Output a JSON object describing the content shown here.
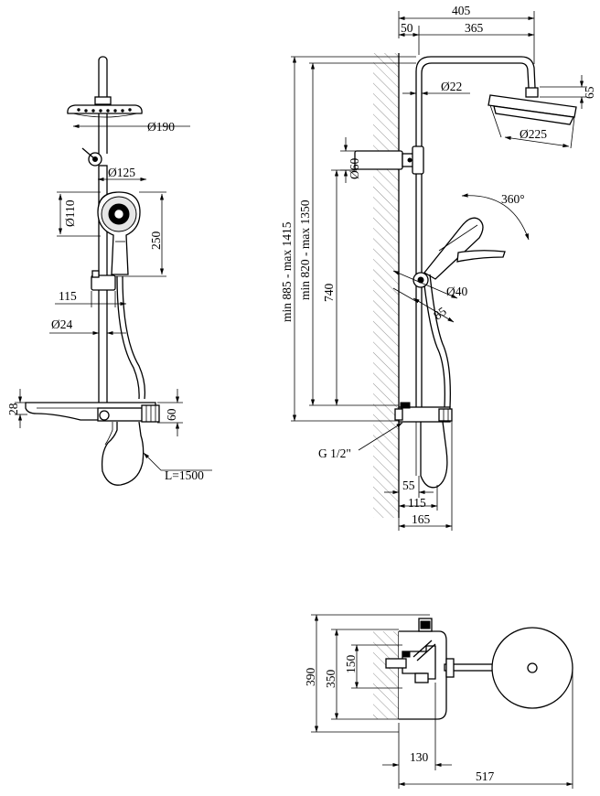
{
  "front_view": {
    "head_diameter": "Ø190",
    "hand_shower_diameter": "Ø125",
    "hand_shower_face_diameter": "Ø110",
    "holder_travel": "250",
    "holder_offset": "115",
    "pipe_diameter": "Ø24",
    "shelf_thickness": "28",
    "mixer_height": "60",
    "hose_length": "L=1500"
  },
  "side_view": {
    "total_reach": "405",
    "wall_offset": "50",
    "arm_length": "365",
    "pipe_diameter": "Ø22",
    "head_joint_height": "65",
    "head_diameter": "Ø225",
    "bracket_diameter": "Ø60",
    "rotation": "360°",
    "height_range_total": "min 885 - max 1415",
    "height_range_pipe": "min 820 - max 1350",
    "bracket_height": "740",
    "holder_diameter": "Ø40",
    "holder_offset": "85",
    "connection_thread": "G 1/2\"",
    "depth_55": "55",
    "depth_115": "115",
    "depth_165": "165"
  },
  "top_view": {
    "height_390": "390",
    "height_350": "350",
    "height_150": "150",
    "depth_130": "130",
    "width_517": "517"
  }
}
